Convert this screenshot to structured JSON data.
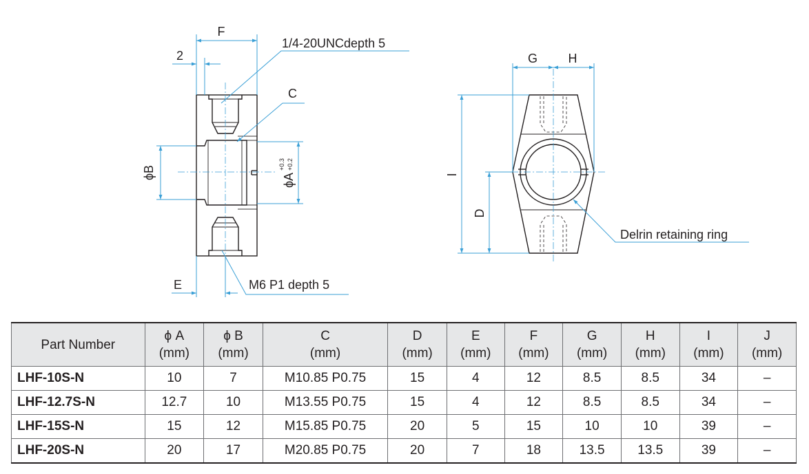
{
  "labels": {
    "F": "F",
    "two": "2",
    "thread_top": "1/4-20UNCdepth 5",
    "C": "C",
    "phiB": "ϕB",
    "phiA": "ϕA",
    "tol_plus": "+0.3",
    "tol_minus": "+0.2",
    "E": "E",
    "thread_bottom": "M6 P1 depth 5",
    "G": "G",
    "H": "H",
    "I": "I",
    "D": "D",
    "ring": "Delrin retaining ring"
  },
  "table": {
    "headers": [
      {
        "l1": "Part Number",
        "l2": ""
      },
      {
        "l1": "ϕ A",
        "l2": "(mm)"
      },
      {
        "l1": "ϕ B",
        "l2": "(mm)"
      },
      {
        "l1": "C",
        "l2": "(mm)"
      },
      {
        "l1": "D",
        "l2": "(mm)"
      },
      {
        "l1": "E",
        "l2": "(mm)"
      },
      {
        "l1": "F",
        "l2": "(mm)"
      },
      {
        "l1": "G",
        "l2": "(mm)"
      },
      {
        "l1": "H",
        "l2": "(mm)"
      },
      {
        "l1": "I",
        "l2": "(mm)"
      },
      {
        "l1": "J",
        "l2": "(mm)"
      }
    ],
    "rows": [
      [
        "LHF-10S-N",
        "10",
        "7",
        "M10.85 P0.75",
        "15",
        "4",
        "12",
        "8.5",
        "8.5",
        "34",
        "–"
      ],
      [
        "LHF-12.7S-N",
        "12.7",
        "10",
        "M13.55 P0.75",
        "15",
        "4",
        "12",
        "8.5",
        "8.5",
        "34",
        "–"
      ],
      [
        "LHF-15S-N",
        "15",
        "12",
        "M15.85 P0.75",
        "20",
        "5",
        "15",
        "10",
        "10",
        "39",
        "–"
      ],
      [
        "LHF-20S-N",
        "20",
        "17",
        "M20.85 P0.75",
        "20",
        "7",
        "18",
        "13.5",
        "13.5",
        "39",
        "–"
      ]
    ]
  }
}
